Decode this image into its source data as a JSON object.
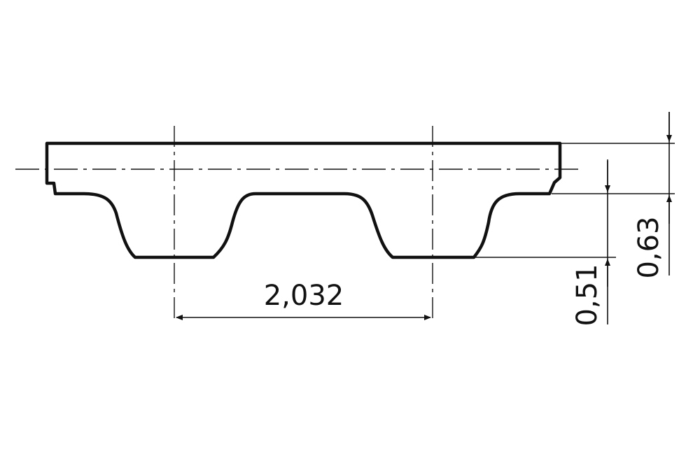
{
  "dimensions": {
    "pitch": "2,032",
    "tooth_height": "0,51",
    "total_height": "0,63"
  },
  "colors": {
    "line": "#111111",
    "background": "#ffffff"
  }
}
